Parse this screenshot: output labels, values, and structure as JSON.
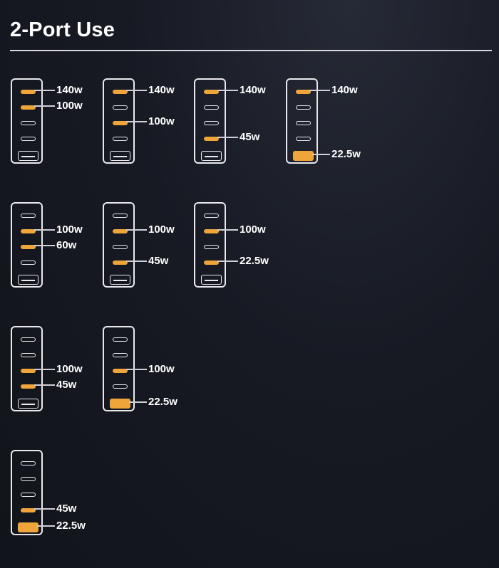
{
  "header": {
    "title": "2-Port Use"
  },
  "chargers": [
    {
      "active": [
        0,
        1
      ],
      "labels": [
        "140w",
        "100w"
      ]
    },
    {
      "active": [
        0,
        2
      ],
      "labels": [
        "140w",
        "100w"
      ]
    },
    {
      "active": [
        0,
        3
      ],
      "labels": [
        "140w",
        "45w"
      ]
    },
    {
      "active": [
        0,
        4
      ],
      "labels": [
        "140w",
        "22.5w"
      ]
    },
    {
      "active": [
        1,
        2
      ],
      "labels": [
        "100w",
        "60w"
      ]
    },
    {
      "active": [
        1,
        3
      ],
      "labels": [
        "100w",
        "45w"
      ]
    },
    {
      "active": [
        1,
        3
      ],
      "labels": [
        "100w",
        "22.5w"
      ]
    },
    {
      "active": [
        2,
        3
      ],
      "labels": [
        "100w",
        "45w"
      ]
    },
    {
      "active": [
        2,
        4
      ],
      "labels": [
        "100w",
        "22.5w"
      ]
    },
    {
      "active": [
        3,
        4
      ],
      "labels": [
        "45w",
        "22.5w"
      ]
    }
  ],
  "colors": {
    "accent": "#f0a53a",
    "outline": "#e9e9ee",
    "text": "#ffffff"
  }
}
